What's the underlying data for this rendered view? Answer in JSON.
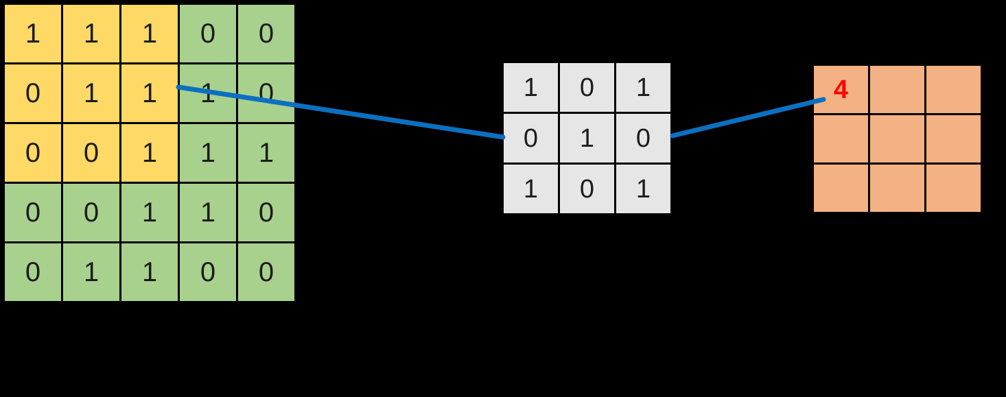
{
  "colors": {
    "background": "#000000",
    "input_highlight": "#FFD966",
    "input_cell": "#A9D18E",
    "kernel_cell": "#E7E6E6",
    "output_cell": "#F4B183",
    "cell_border": "#000000",
    "cell_text": "#1C1C1C",
    "connector": "#0C70C0",
    "output_value_text": "#FF0000"
  },
  "input_grid": {
    "cells": [
      [
        "1",
        "1",
        "1",
        "0",
        "0"
      ],
      [
        "0",
        "1",
        "1",
        "1",
        "0"
      ],
      [
        "0",
        "0",
        "1",
        "1",
        "1"
      ],
      [
        "0",
        "0",
        "1",
        "1",
        "0"
      ],
      [
        "0",
        "1",
        "1",
        "0",
        "0"
      ]
    ],
    "highlight": {
      "row_end": 2,
      "col_end": 2
    }
  },
  "kernel_grid": {
    "cells": [
      [
        "1",
        "0",
        "1"
      ],
      [
        "0",
        "1",
        "0"
      ],
      [
        "1",
        "0",
        "1"
      ]
    ]
  },
  "output_grid": {
    "cells": [
      [
        "4",
        "",
        ""
      ],
      [
        "",
        "",
        ""
      ],
      [
        "",
        "",
        ""
      ]
    ]
  }
}
